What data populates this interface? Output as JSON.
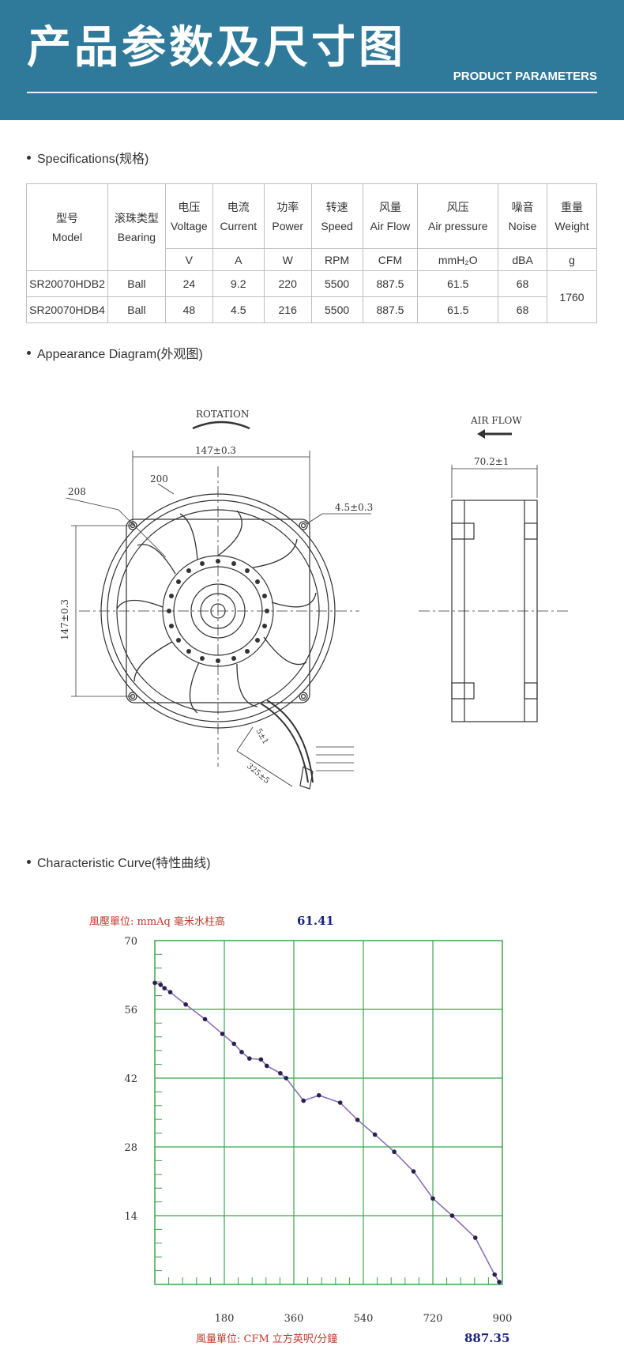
{
  "banner": {
    "title": "产品参数及尺寸图",
    "subtitle": "PRODUCT PARAMETERS"
  },
  "sections": {
    "specifications": "Specifications(规格)",
    "appearance": "Appearance Diagram(外观图)",
    "curve": "Characteristic Curve(特性曲线)"
  },
  "spec_table": {
    "headers": [
      {
        "cn": "型号",
        "en": "Model"
      },
      {
        "cn": "滚珠类型",
        "en": "Bearing"
      },
      {
        "cn": "电压",
        "en": "Voltage"
      },
      {
        "cn": "电流",
        "en": "Current"
      },
      {
        "cn": "功率",
        "en": "Power"
      },
      {
        "cn": "转速",
        "en": "Speed"
      },
      {
        "cn": "风量",
        "en": "Air Flow"
      },
      {
        "cn": "风压",
        "en": "Air pressure"
      },
      {
        "cn": "噪音",
        "en": "Noise"
      },
      {
        "cn": "重量",
        "en": "Weight"
      }
    ],
    "units": [
      "V",
      "A",
      "W",
      "RPM",
      "CFM",
      "mmH₂O",
      "dBA",
      "g"
    ],
    "rows": [
      [
        "SR20070HDB2",
        "Ball",
        "24",
        "9.2",
        "220",
        "5500",
        "887.5",
        "61.5",
        "68"
      ],
      [
        "SR20070HDB4",
        "Ball",
        "48",
        "4.5",
        "216",
        "5500",
        "887.5",
        "61.5",
        "68"
      ]
    ],
    "weight": "1760"
  },
  "diagram": {
    "rotation_label": "ROTATION",
    "airflow_label": "AIR FLOW",
    "dim_width": "147±0.3",
    "dim_height": "147±0.3",
    "dim_200": "200",
    "dim_208": "208",
    "dim_hole": "4.5±0.3",
    "dim_depth": "70.2±1",
    "dim_cable": "325±5",
    "dim_cable_end": "5±1"
  },
  "chart_data": {
    "type": "line",
    "pressure_unit_label": "風壓單位:  mmAq 毫米水柱高",
    "max_pressure": "61.41",
    "flow_unit_label": "風量單位:  CFM 立方英呎/分鐘",
    "max_flow": "887.35",
    "xlim": [
      0,
      900
    ],
    "ylim": [
      0,
      70
    ],
    "x_ticks": [
      "180",
      "360",
      "540",
      "720",
      "900"
    ],
    "y_ticks": [
      "70",
      "56",
      "42",
      "28",
      "14"
    ],
    "grid": true,
    "series": [
      {
        "color": "#8a6fb8",
        "x": [
          0,
          15,
          25,
          40,
          80,
          130,
          175,
          205,
          225,
          245,
          275,
          290,
          325,
          340,
          385,
          425,
          480,
          525,
          570,
          620,
          670,
          720,
          770,
          830,
          880,
          892
        ],
        "y": [
          61.4,
          61.0,
          60.3,
          59.5,
          57.0,
          54.0,
          51.0,
          49.0,
          47.3,
          46.0,
          45.8,
          44.5,
          43.0,
          42.0,
          37.4,
          38.5,
          37.0,
          33.5,
          30.5,
          27.0,
          23.0,
          17.5,
          14.0,
          9.5,
          2.0,
          0.5
        ]
      }
    ]
  }
}
